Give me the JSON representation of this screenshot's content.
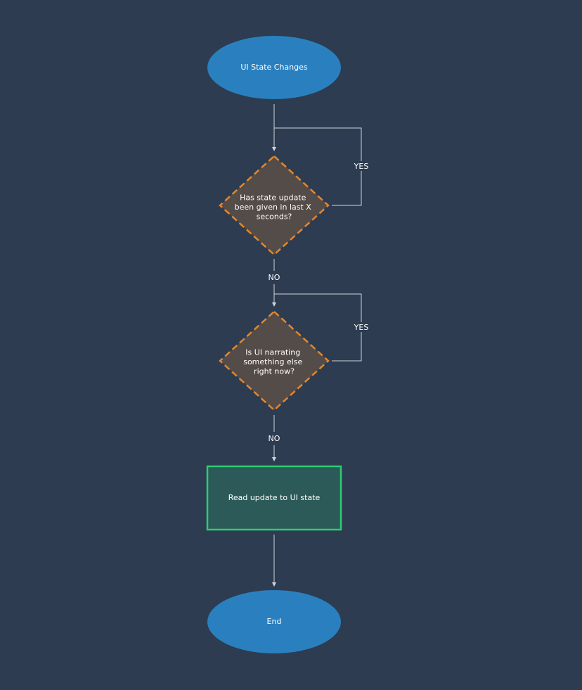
{
  "colors": {
    "background": "#2d3c50",
    "terminal_fill": "#2a80bf",
    "decision_fill": "#544c48",
    "decision_border": "#e5862b",
    "process_fill": "#2c5a58",
    "process_border": "#2ecc71",
    "connector": "#cfd6de",
    "text": "#ffffff"
  },
  "nodes": {
    "start": {
      "label": "UI State Changes"
    },
    "decision1": {
      "lines": [
        "Has state update",
        "been given in last X",
        "seconds?"
      ]
    },
    "decision2": {
      "lines": [
        "Is UI narrating",
        "something else",
        "right now?"
      ]
    },
    "process": {
      "label": "Read update to UI state"
    },
    "end": {
      "label": "End"
    }
  },
  "edges": {
    "decision1_yes": "YES",
    "decision1_no": "NO",
    "decision2_yes": "YES",
    "decision2_no": "NO"
  }
}
